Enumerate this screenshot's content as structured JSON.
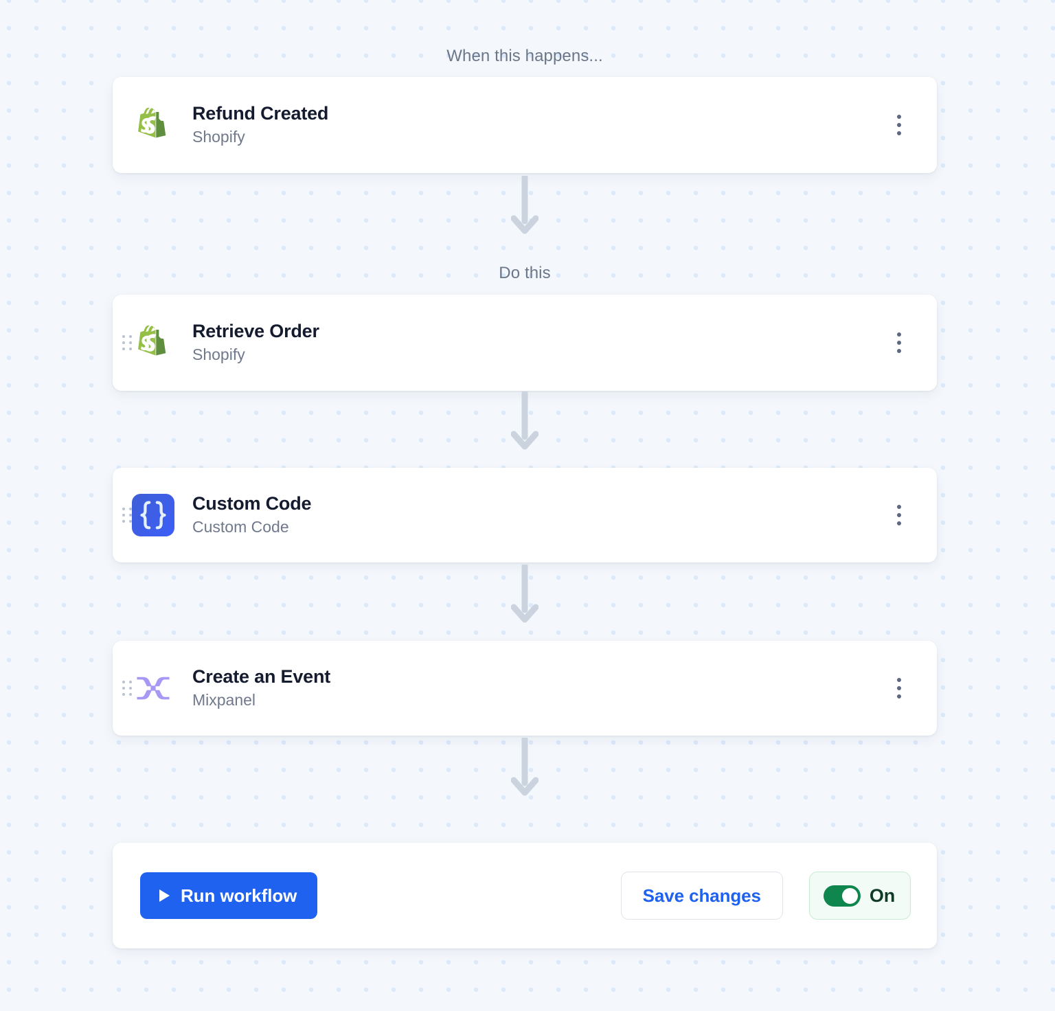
{
  "workflow": {
    "trigger_label": "When this happens...",
    "action_label": "Do this",
    "trigger": {
      "title": "Refund Created",
      "app": "Shopify",
      "icon": "shopify-icon"
    },
    "steps": [
      {
        "title": "Retrieve Order",
        "app": "Shopify",
        "icon": "shopify-icon"
      },
      {
        "title": "Custom Code",
        "app": "Custom Code",
        "icon": "custom-code-icon"
      },
      {
        "title": "Create an Event",
        "app": "Mixpanel",
        "icon": "mixpanel-icon"
      }
    ]
  },
  "actions": {
    "run_label": "Run workflow",
    "save_label": "Save changes",
    "toggle_label": "On",
    "toggle_state": "on"
  },
  "colors": {
    "primary_blue": "#1f62ef",
    "shopify_green": "#95bf47",
    "custom_code_blue": "#3b5bdb",
    "mixpanel_purple": "#a898f5",
    "toggle_green": "#10864f",
    "canvas_bg": "#f4f8fd",
    "dot_blue": "#dce9fb"
  }
}
